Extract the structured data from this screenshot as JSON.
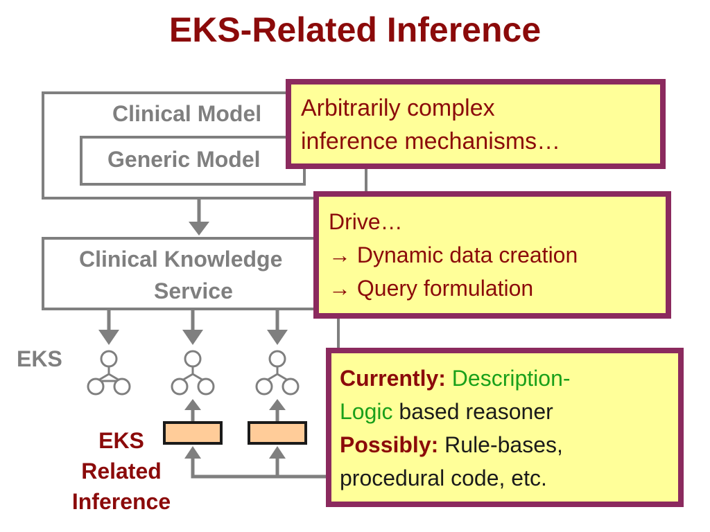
{
  "slide": {
    "title": "EKS-Related Inference"
  },
  "diagram": {
    "clinical_model_label": "Clinical Model",
    "generic_model_label": "Generic Model",
    "cks_line1": "Clinical Knowledge",
    "cks_line2": "Service",
    "eks_label": "EKS",
    "inference_label_line1": "EKS",
    "inference_label_line2": "Related",
    "inference_label_line3": "Inference",
    "colors": {
      "gray": "#7f7f7f",
      "box_fill": "#ffcc99",
      "accent_red": "#8b0a0a",
      "callout_border": "#8b2a5e",
      "callout_fill": "#ffff99"
    }
  },
  "callouts": {
    "mechanisms": {
      "line1": "Arbitrarily complex",
      "line2": "inference mechanisms…"
    },
    "drive": {
      "line1": "Drive…",
      "arrow": "→",
      "line2": "Dynamic data creation",
      "line3": "Query formulation"
    },
    "reasoner": {
      "currently_label": "Currently:",
      "currently_green_part1": "Description-",
      "currently_green_part2": "Logic",
      "currently_rest": " based reasoner",
      "possibly_label": "Possibly:",
      "possibly_rest_line1": " Rule-bases,",
      "possibly_rest_line2": "procedural code, etc."
    }
  }
}
